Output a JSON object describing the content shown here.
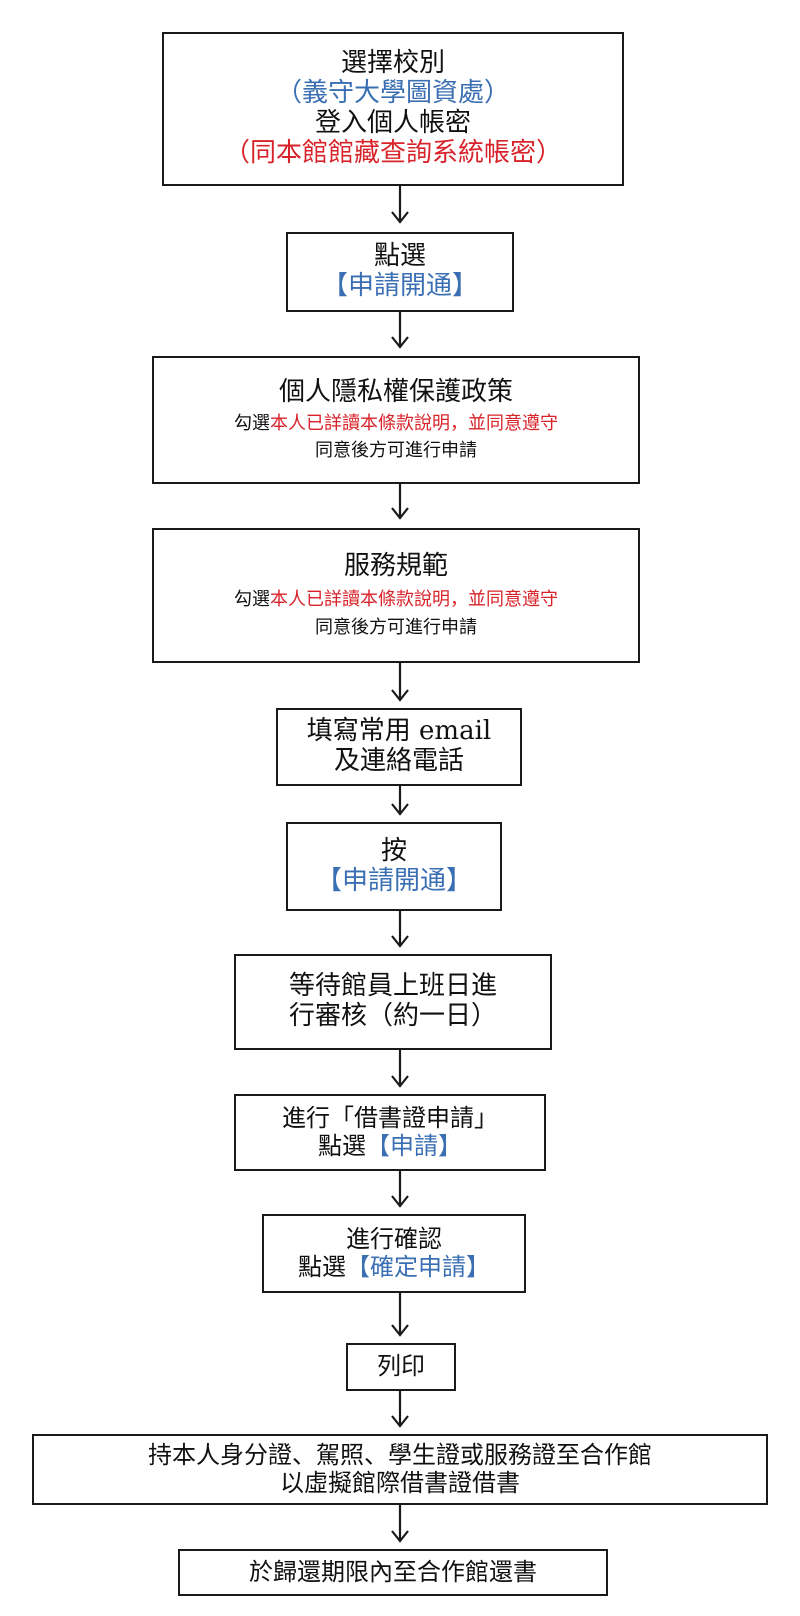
{
  "steps": [
    {
      "line1": "選擇校別",
      "line2": "（義守大學圖資處）",
      "line3": "登入個人帳密",
      "line4": "（同本館館藏查詢系統帳密）"
    },
    {
      "line1": "點選",
      "line2": "【申請開通】"
    },
    {
      "title": "個人隱私權保護政策",
      "check_prefix": "勾選",
      "check_text": "本人已詳讀本條款說明，並同意遵守",
      "note": "同意後方可進行申請"
    },
    {
      "title": "服務規範",
      "check_prefix": "勾選",
      "check_text": "本人已詳讀本條款說明，並同意遵守",
      "note": "同意後方可進行申請"
    },
    {
      "line1": "填寫常用 email",
      "line2": "及連絡電話"
    },
    {
      "line1": "按",
      "line2": "【申請開通】"
    },
    {
      "line1": "等待館員上班日進",
      "line2": "行審核（約一日）"
    },
    {
      "line1": "進行「借書證申請」",
      "line2_prefix": "點選",
      "line2_action": "【申請】"
    },
    {
      "line1": "進行確認",
      "line2_prefix": "點選",
      "line2_action": "【確定申請】"
    },
    {
      "line1": "列印"
    },
    {
      "line1": "持本人身分證、駕照、學生證或服務證至合作館",
      "line2": "以虛擬館際借書證借書"
    },
    {
      "line1": "於歸還期限內至合作館還書"
    }
  ],
  "colors": {
    "accent_blue": "#3b6fb3",
    "accent_red": "#d8232a",
    "border": "#1a1a1a"
  }
}
